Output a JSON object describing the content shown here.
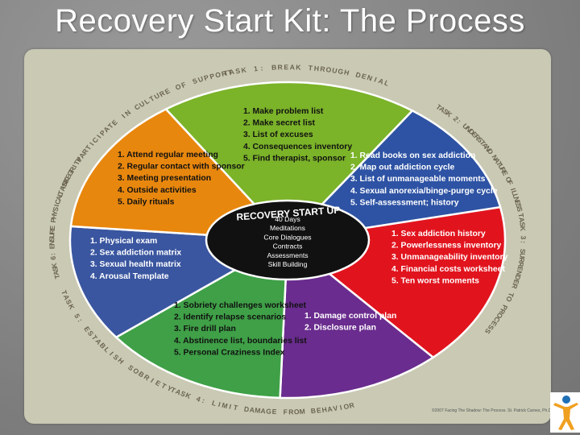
{
  "title": "Recovery Start Kit: The Process",
  "center": {
    "title": "RECOVERY START UP",
    "items": [
      "40 Days",
      "Meditations",
      "Core Dialogues",
      "Contracts",
      "Assessments",
      "Skill Building"
    ]
  },
  "tasks": [
    {
      "label": "TASK 1: BREAK THROUGH DENIAL",
      "color": "#7bb329",
      "items": [
        "1. Make problem list",
        "2. Make secret list",
        "3. List of excuses",
        "4. Consequences inventory",
        "5. Find therapist, sponsor"
      ]
    },
    {
      "label": "TASK 2: UNDERSTAND NATURE OF ILLNESS",
      "color": "#2e53a4",
      "items": [
        "1. Read books on sex addiction",
        "2. Map out addiction cycle",
        "3. List of unmanageable moments",
        "4. Sexual anorexia/binge-purge cycle",
        "5. Self-assessment; history"
      ]
    },
    {
      "label": "TASK 3: SURRENDER TO PROCESS",
      "color": "#e1141e",
      "items": [
        "1. Sex addiction history",
        "2. Powerlessness inventory",
        "3. Unmanageability inventory",
        "4. Financial costs worksheet",
        "5. Ten worst moments"
      ]
    },
    {
      "label": "TASK 4: LIMIT DAMAGE FROM BEHAVIOR",
      "color": "#6a2c8e",
      "items": [
        "1. Damage control plan",
        "2. Disclosure plan"
      ]
    },
    {
      "label": "TASK 5: ESTABLISH SOBRIETY",
      "color": "#3fa047",
      "items": [
        "1. Sobriety challenges worksheet",
        "2. Identify relapse scenarios",
        "3. Fire drill plan",
        "4. Abstinence list, boundaries list",
        "5. Personal Craziness Index"
      ]
    },
    {
      "label": "TASK 6: ENSURE PHYSICAL INTEGRITY",
      "color": "#3a56a0",
      "items": [
        "1. Physical exam",
        "2. Sex addiction matrix",
        "3. Sexual health matrix",
        "4. Arousal Template"
      ]
    },
    {
      "label": "TASK 7: PARTICIPATE IN CULTURE OF SUPPORT",
      "color": "#e8870e",
      "items": [
        "1. Attend regular meeting",
        "2. Regular contact with sponsor",
        "3. Meeting presentation",
        "4. Outside activities",
        "5. Daily rituals"
      ]
    }
  ],
  "credit": "©2007 Facing The Shadow: The Process. St. Patrick Carnes, Ph.D.",
  "logo_icon": "person-figure-icon"
}
